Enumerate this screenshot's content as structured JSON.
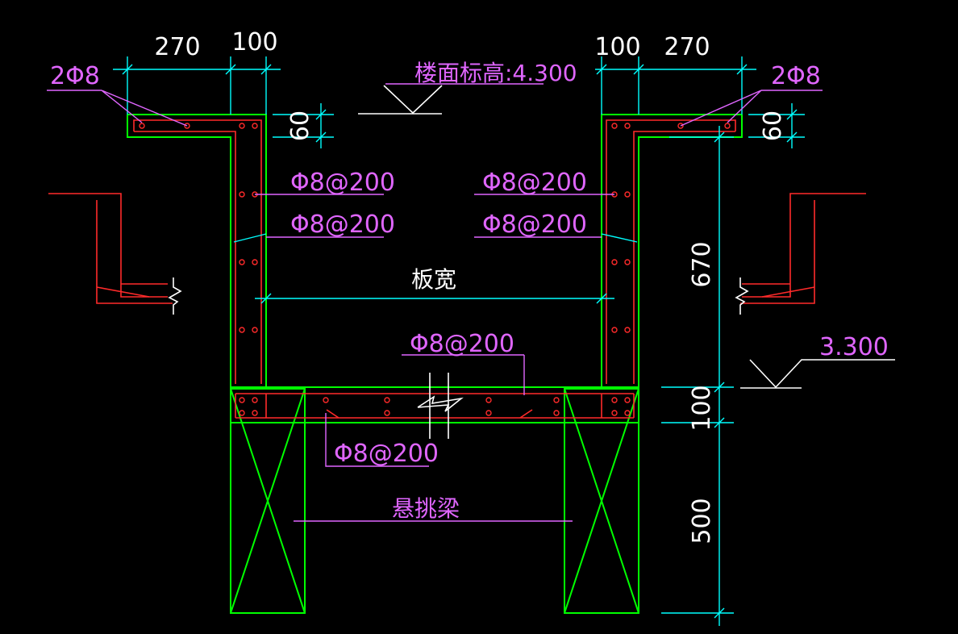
{
  "colors": {
    "background": "#000000",
    "concrete": "#00ff00",
    "rebar": "#ff2a2a",
    "dimension": "#00ffff",
    "leader": "#e066ff",
    "text": "#ffffff"
  },
  "dimensions": {
    "top_left_a": "270",
    "top_left_b": "100",
    "top_right_a": "100",
    "top_right_b": "270",
    "lip_left": "60",
    "lip_right": "60",
    "wall_height": "670",
    "slab_thickness": "100",
    "beam_depth": "500"
  },
  "labels": {
    "rebar_top_left": "2Φ8",
    "rebar_top_right": "2Φ8",
    "floor_elevation": "楼面标高:4.300",
    "wall_rebar_left_1": "Φ8@200",
    "wall_rebar_left_2": "Φ8@200",
    "wall_rebar_right_1": "Φ8@200",
    "wall_rebar_right_2": "Φ8@200",
    "slab_width": "板宽",
    "slab_rebar_top": "Φ8@200",
    "slab_rebar_bottom": "Φ8@200",
    "cantilever_beam": "悬挑梁",
    "elevation_right": "3.300"
  }
}
